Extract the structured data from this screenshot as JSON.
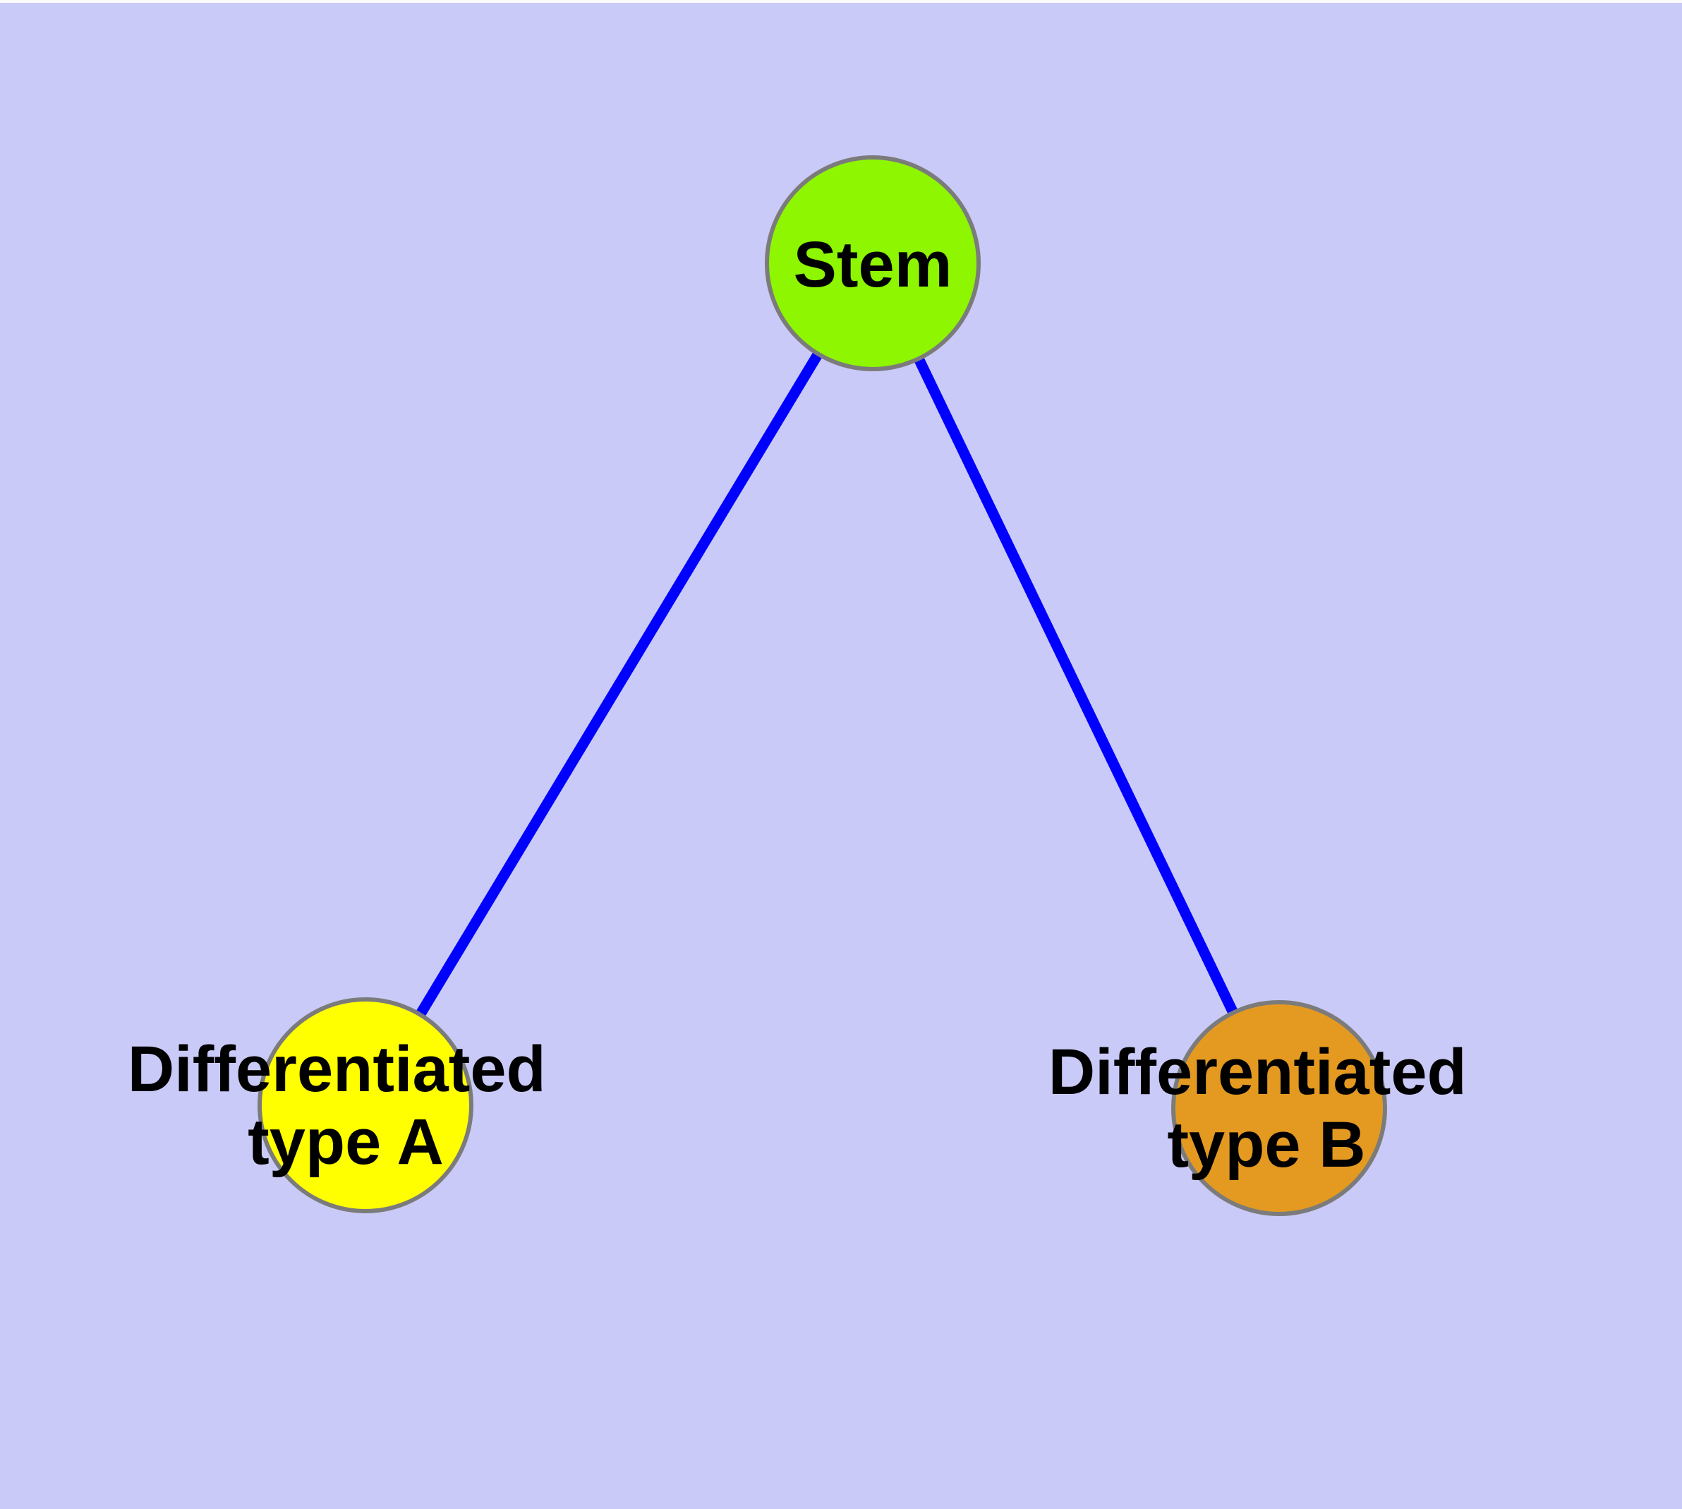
{
  "diagram": {
    "background_color": "#CACAF8",
    "top_margin_color": "#FBFBFE",
    "edge_color": "#0000FF",
    "node_border_color": "#7B7B7B",
    "label_color": "#000000",
    "nodes": {
      "stem": {
        "label": "Stem",
        "fill": "#8DF600"
      },
      "type_a": {
        "label": "Differentiated type A",
        "label_line1": "Differentiated",
        "label_line2": "type A",
        "fill": "#FFFF00"
      },
      "type_b": {
        "label": "Differentiated type B",
        "label_line1": "Differentiated",
        "label_line2": "type B",
        "fill": "#E49A21"
      }
    },
    "edges": [
      {
        "from": "Stem",
        "to": "Differentiated type A"
      },
      {
        "from": "Stem",
        "to": "Differentiated type B"
      }
    ]
  }
}
